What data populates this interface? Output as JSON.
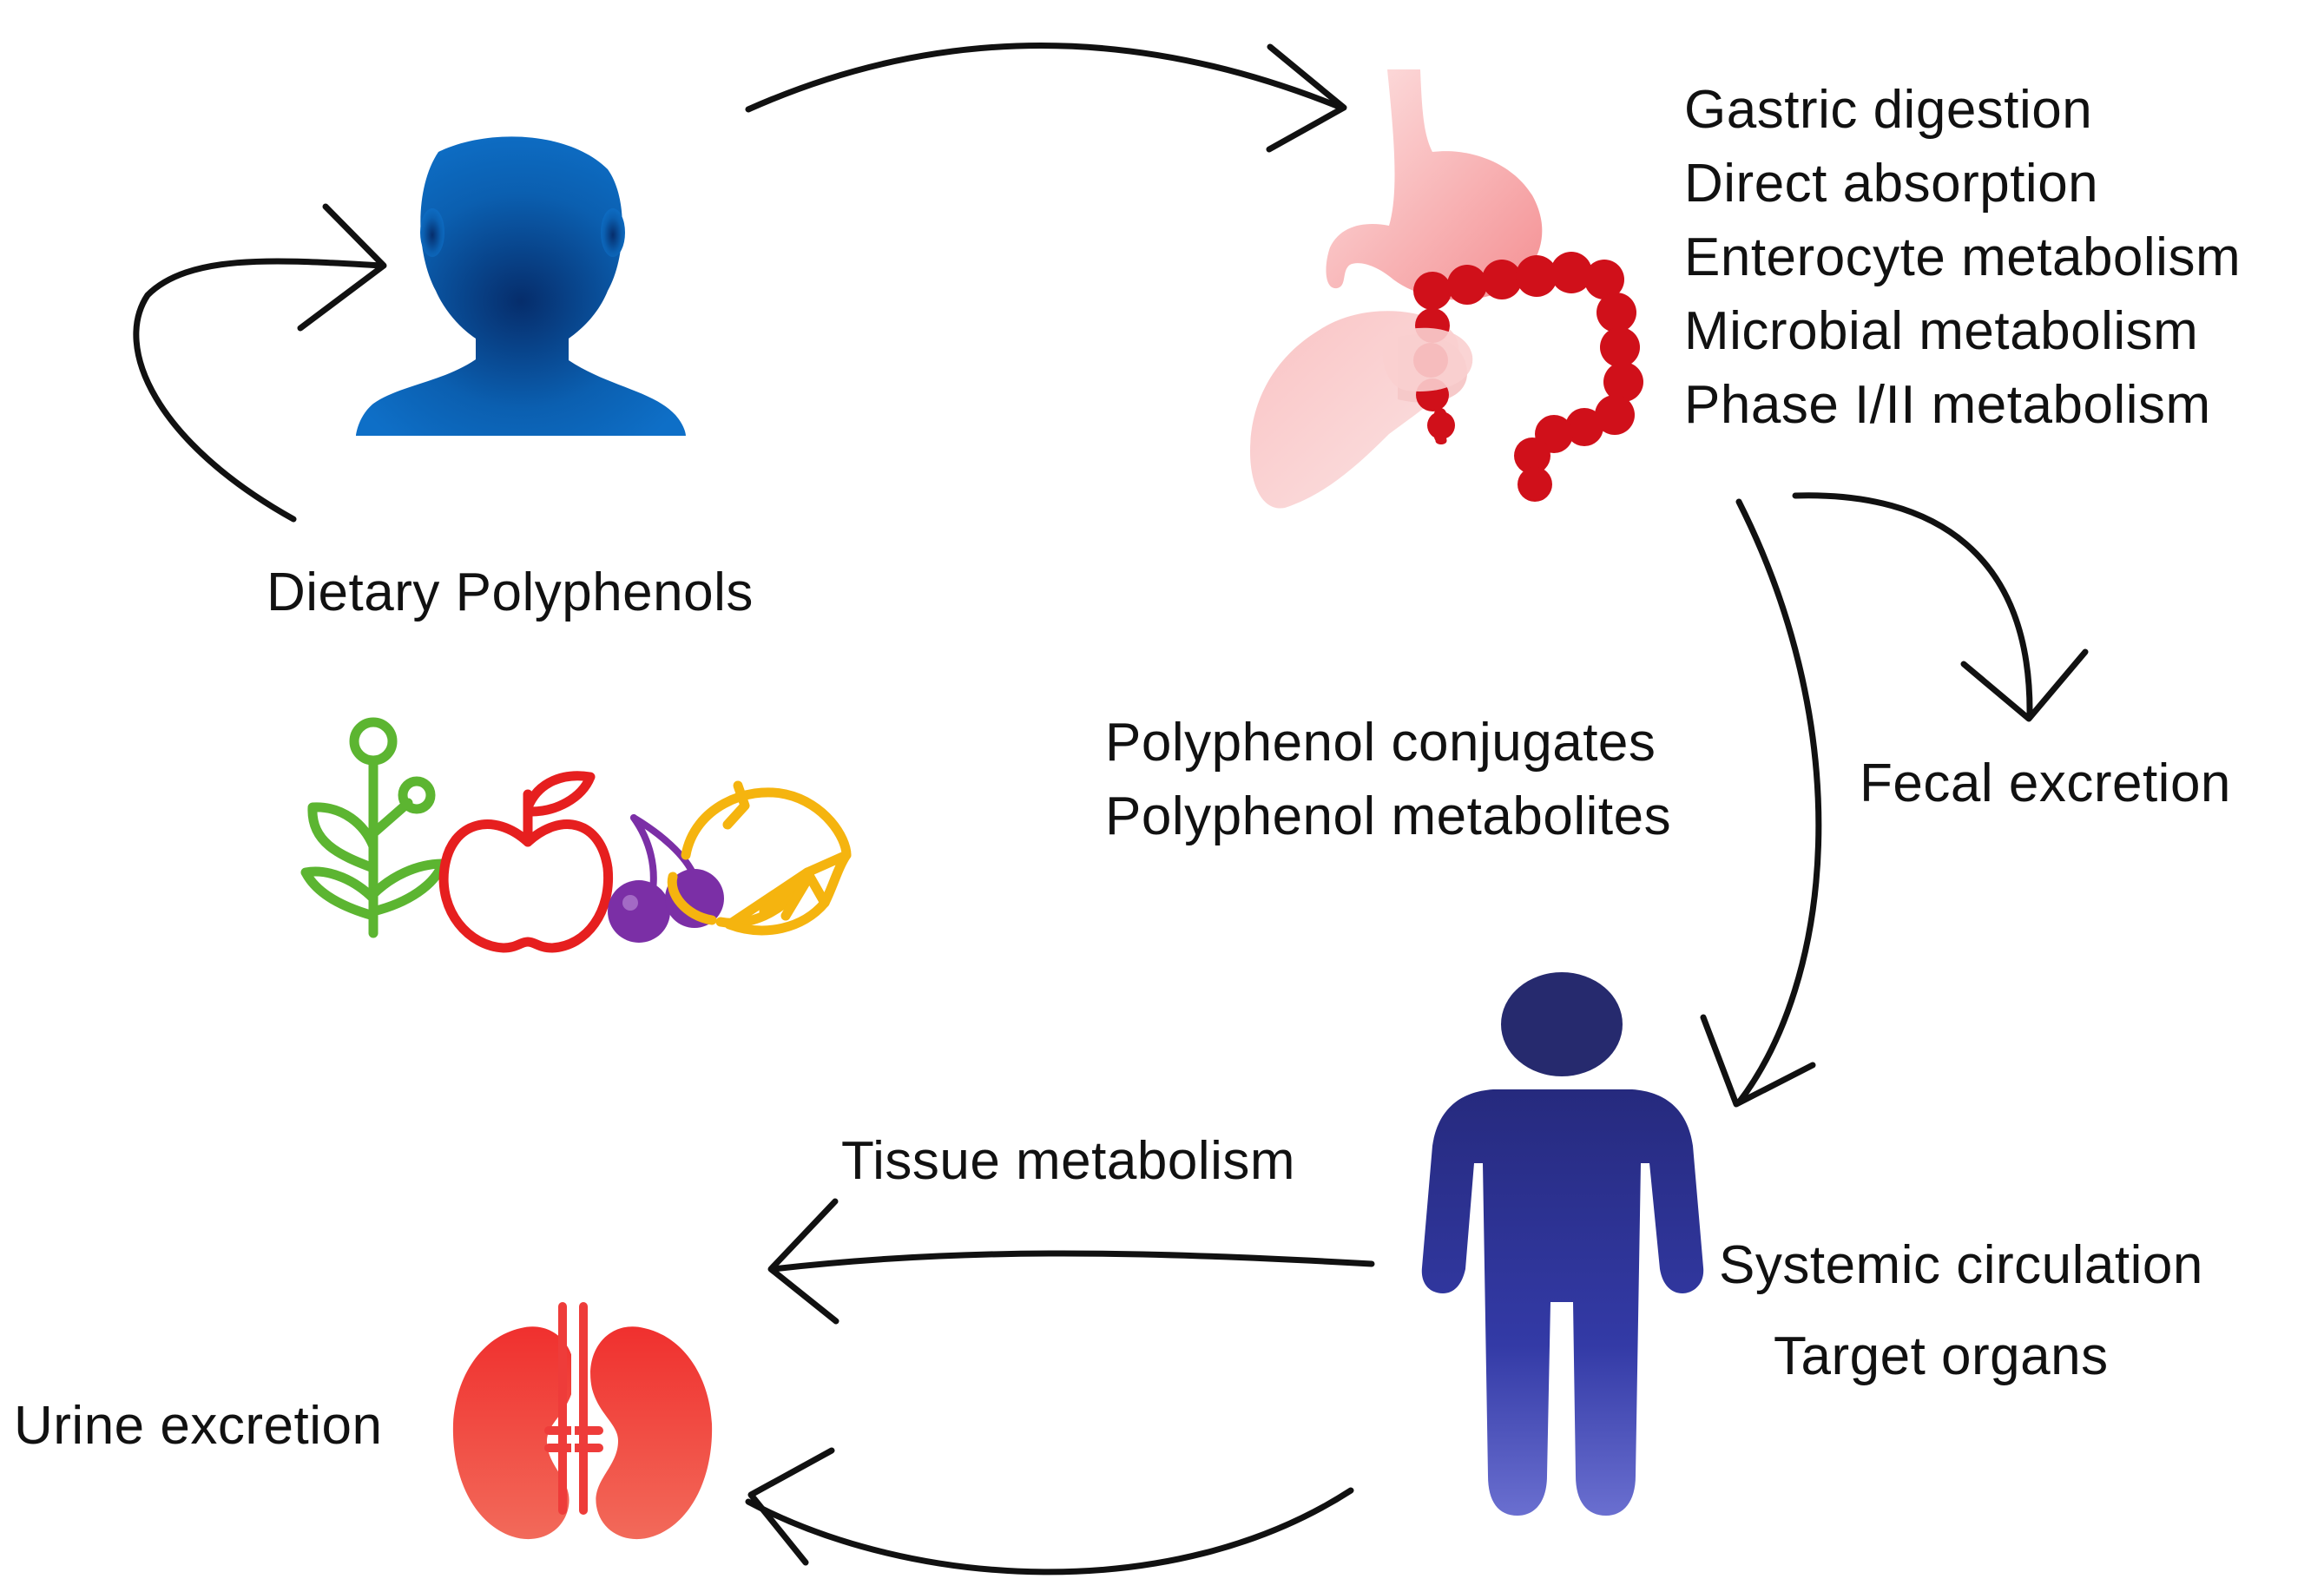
{
  "labels": {
    "dietary_polyphenols": "Dietary Polyphenols",
    "digestion_steps": [
      "Gastric digestion",
      "Direct absorption",
      "Enterocyte metabolism",
      "Microbial metabolism",
      "Phase I/II metabolism"
    ],
    "polyphenol_outputs": [
      "Polyphenol conjugates",
      "Polyphenol metabolites"
    ],
    "fecal_excretion": "Fecal excretion",
    "tissue_metabolism": "Tissue metabolism",
    "systemic_circulation": "Systemic circulation",
    "target_organs": "Target organs",
    "urine_excretion": "Urine excretion"
  },
  "colors": {
    "person_head_user": "#0b5fb0",
    "person_body_full": "#2b2f8f",
    "stomach": "#f7b4b6",
    "liver": "#f3a9ab",
    "intestine": "#d0101a",
    "kidney": "#ee3c3a",
    "plant": "#5cb531",
    "apple": "#e61f1f",
    "cherry": "#7b2fa6",
    "orange": "#f5b40f",
    "arrow": "#111111"
  },
  "icons": [
    "user-icon",
    "digestive-system-icon",
    "plant-icon",
    "apple-icon",
    "cherries-icon",
    "orange-icon",
    "standing-person-icon",
    "kidneys-icon"
  ]
}
